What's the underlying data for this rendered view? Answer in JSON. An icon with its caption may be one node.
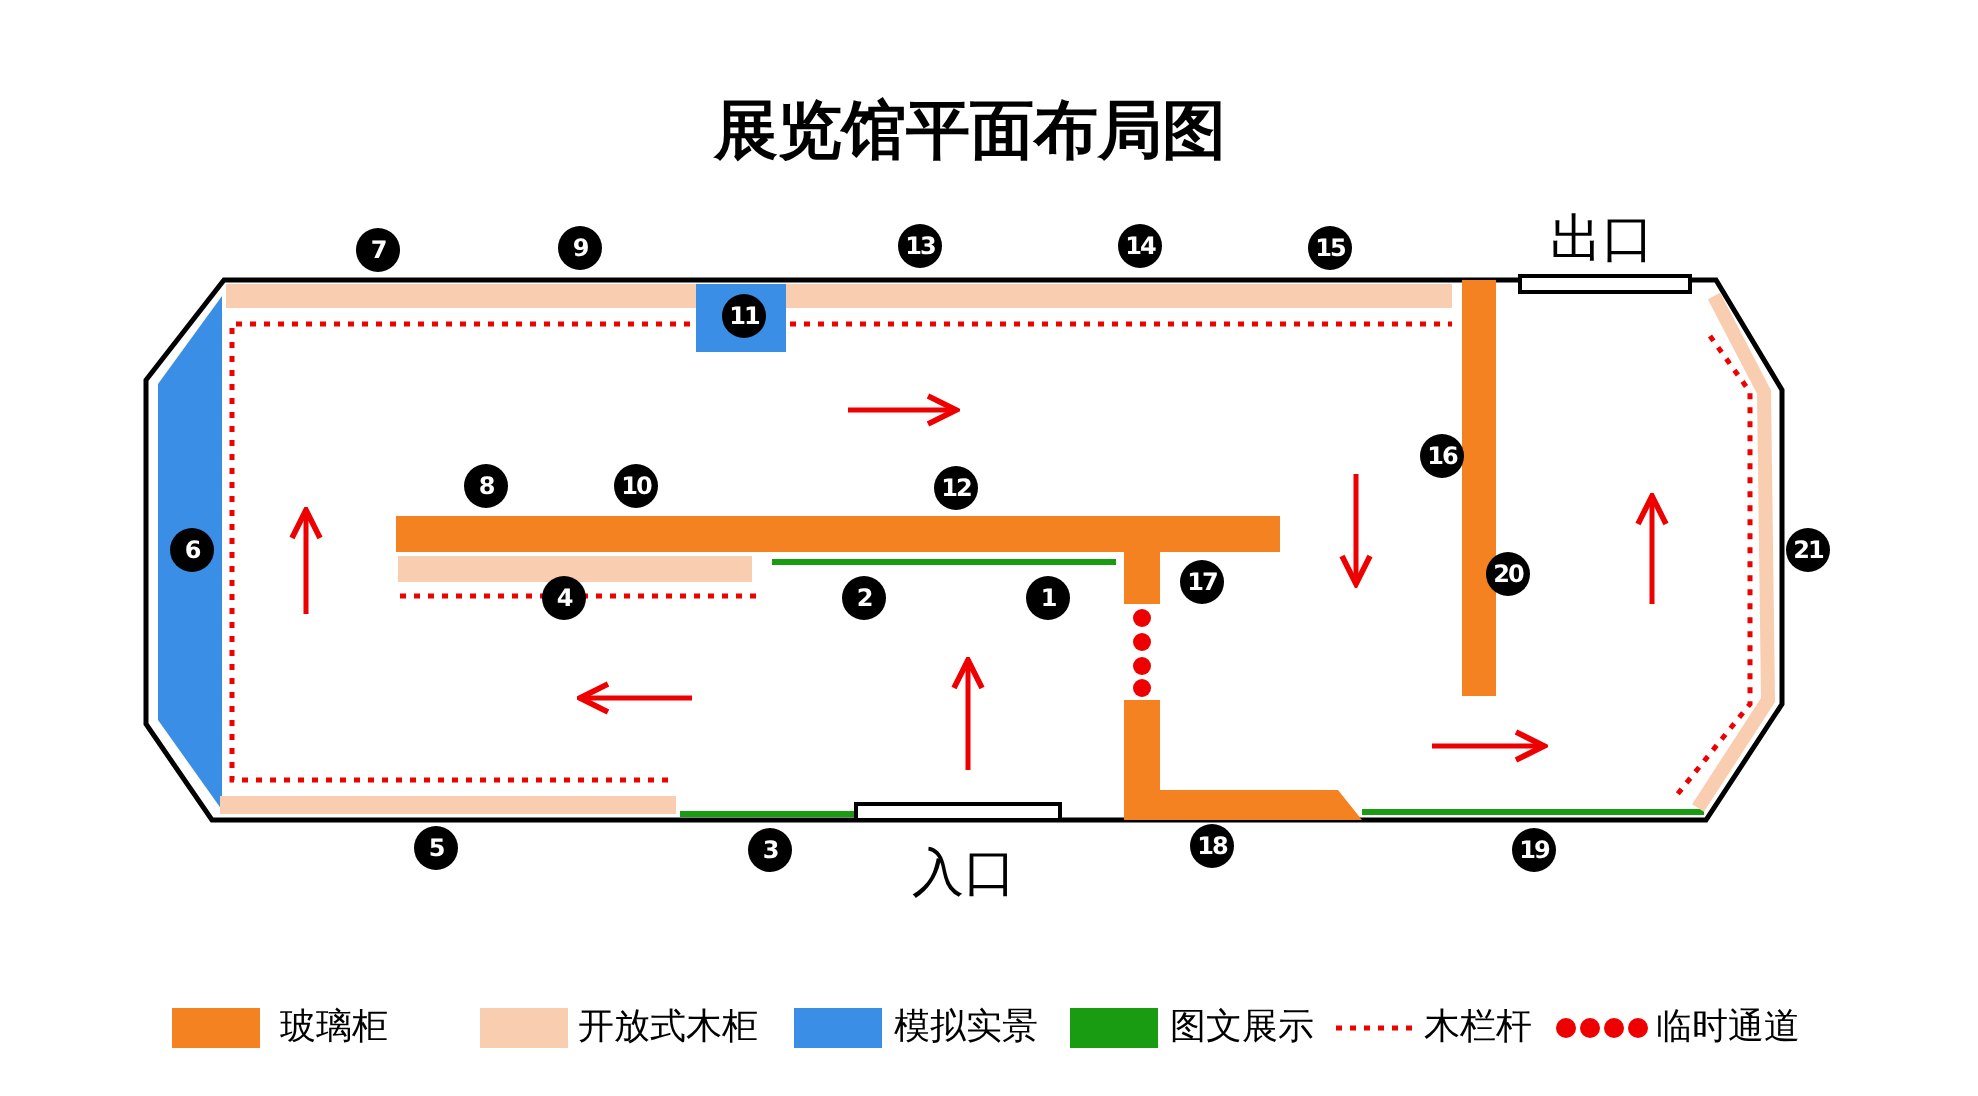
{
  "diagram": {
    "title": "展览馆平面布局图",
    "labels": [
      "7",
      "9",
      "13",
      "14",
      "15",
      "出口",
      "11",
      "16",
      "8",
      "10",
      "12",
      "6",
      "21",
      "17",
      "20",
      "4",
      "2",
      "1",
      "5",
      "3",
      "18",
      "19",
      "入口"
    ],
    "legend": [
      {
        "text": "玻璃柜",
        "color": "#f58220"
      },
      {
        "text": "开放式木柜",
        "color": "#f9cdb0"
      },
      {
        "text": "模拟实景",
        "color": "#3a8ee6"
      },
      {
        "text": "图文展示",
        "color": "#1a9c12"
      },
      {
        "text": "木栏杆"
      },
      {
        "text": "临时通道"
      }
    ]
  }
}
